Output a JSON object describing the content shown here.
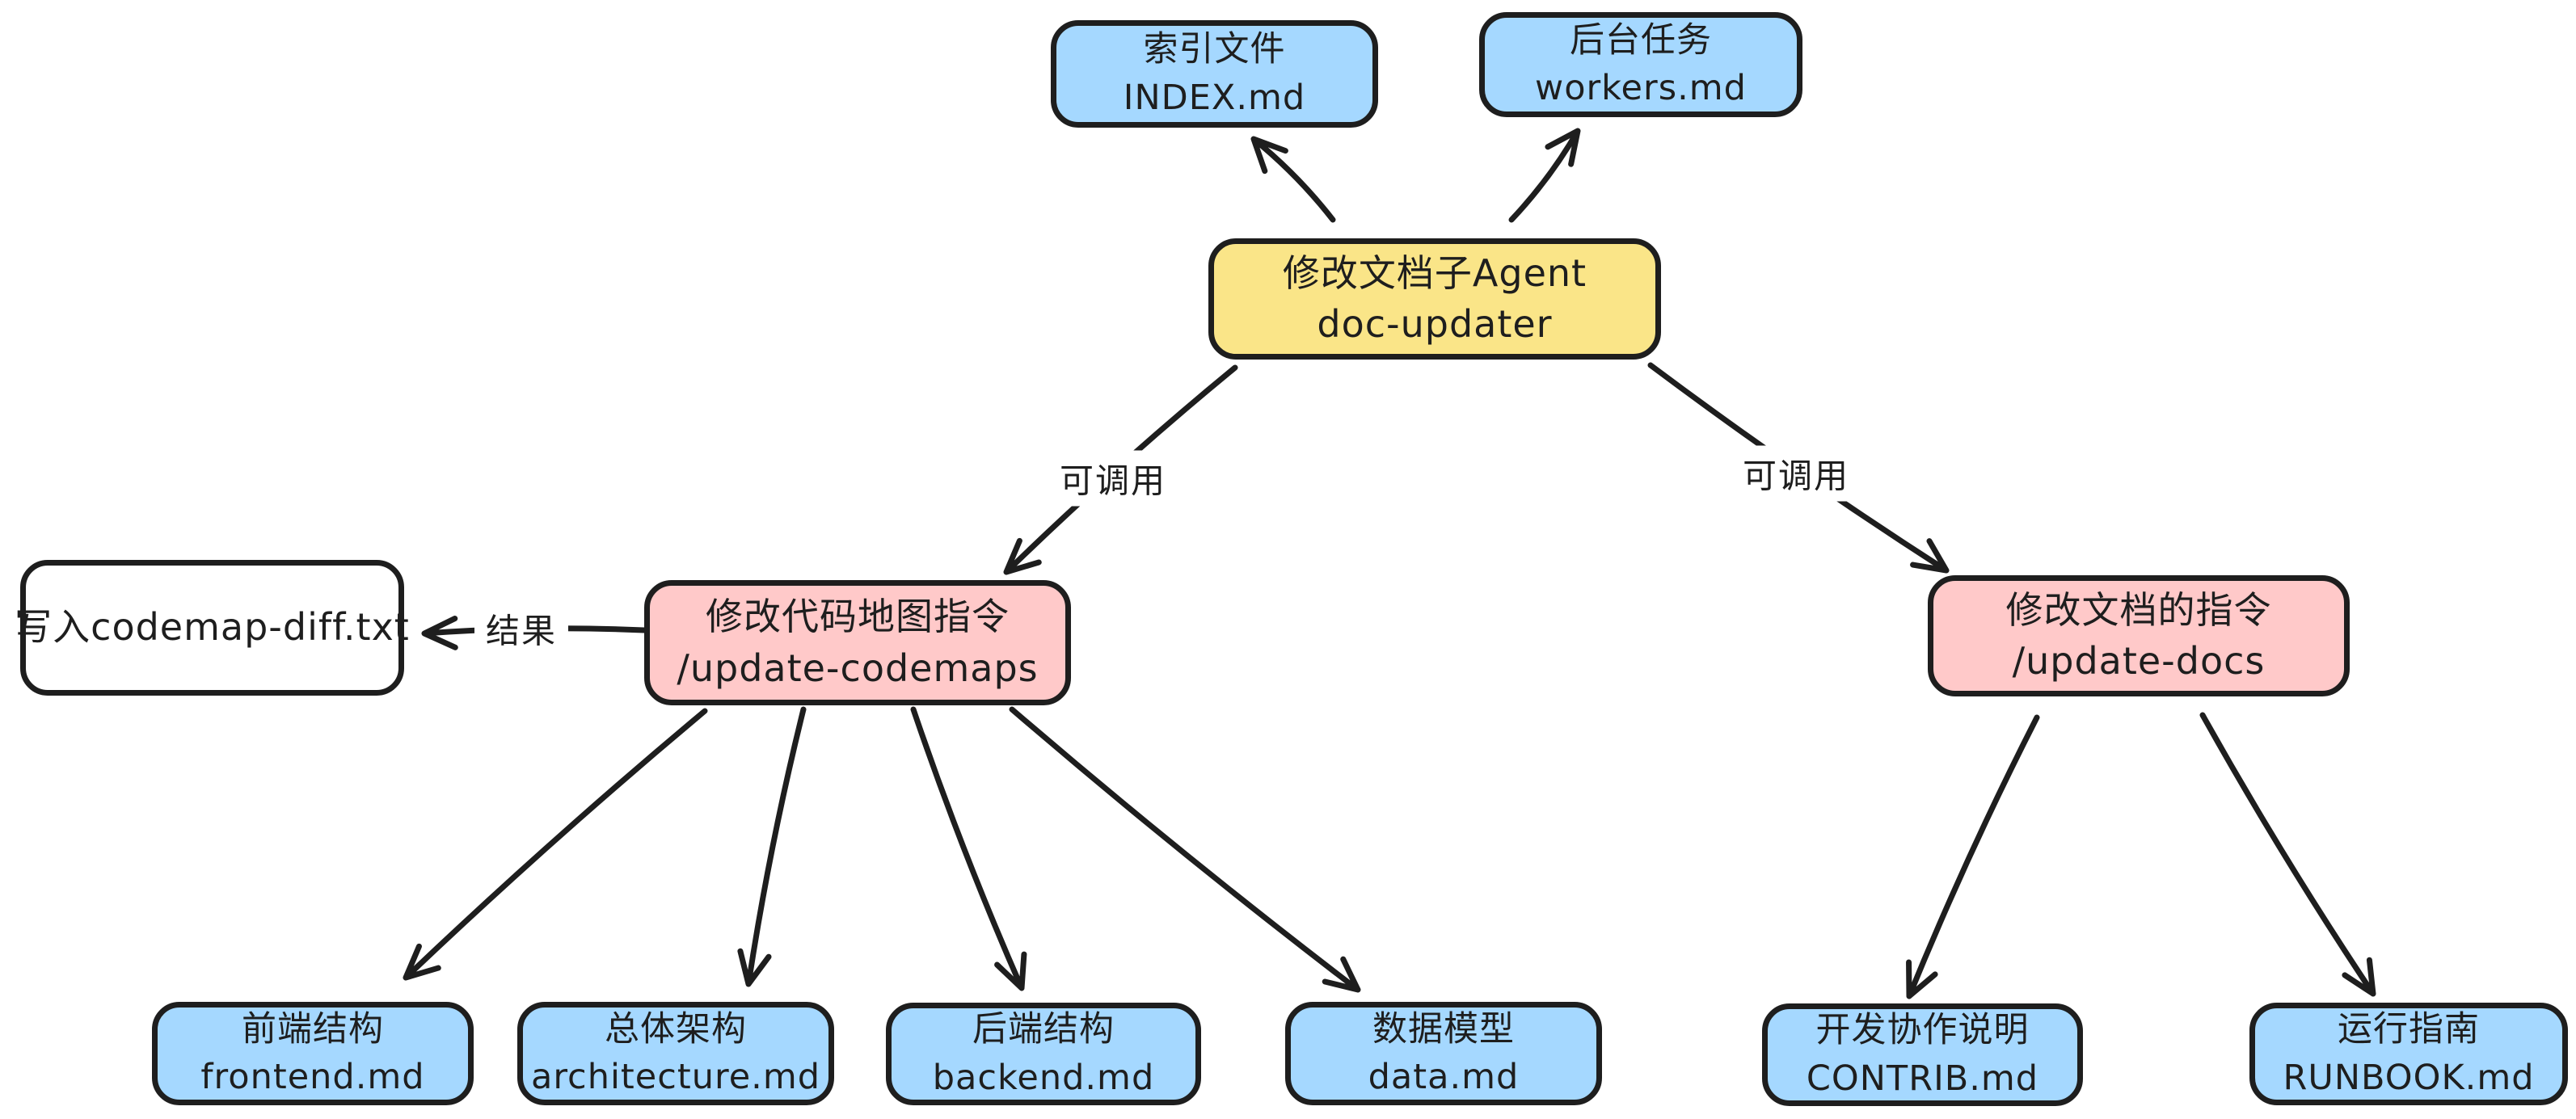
{
  "diagram": {
    "nodes": {
      "index_md": {
        "title": "索引文件",
        "subtitle": "INDEX.md"
      },
      "workers_md": {
        "title": "后台任务",
        "subtitle": "workers.md"
      },
      "doc_updater": {
        "title": "修改文档子Agent",
        "subtitle": "doc-updater"
      },
      "update_codemaps": {
        "title": "修改代码地图指令",
        "subtitle": "/update-codemaps"
      },
      "update_docs": {
        "title": "修改文档的指令",
        "subtitle": "/update-docs"
      },
      "codemap_diff": {
        "title": "写入codemap-diff.txt"
      },
      "frontend_md": {
        "title": "前端结构",
        "subtitle": "frontend.md"
      },
      "architecture_md": {
        "title": "总体架构",
        "subtitle": "architecture.md"
      },
      "backend_md": {
        "title": "后端结构",
        "subtitle": "backend.md"
      },
      "data_md": {
        "title": "数据模型",
        "subtitle": "data.md"
      },
      "contrib_md": {
        "title": "开发协作说明",
        "subtitle": "CONTRIB.md"
      },
      "runbook_md": {
        "title": "运行指南",
        "subtitle": "RUNBOOK.md"
      }
    },
    "edge_labels": {
      "call_left": "可调用",
      "call_right": "可调用",
      "result": "结果"
    },
    "colors": {
      "stroke": "#1e1e1e",
      "node_blue": "#a5d8ff",
      "node_yellow": "#fae588",
      "node_pink": "#ffc9c9",
      "node_white": "#ffffff",
      "background": "#ffffff"
    }
  }
}
